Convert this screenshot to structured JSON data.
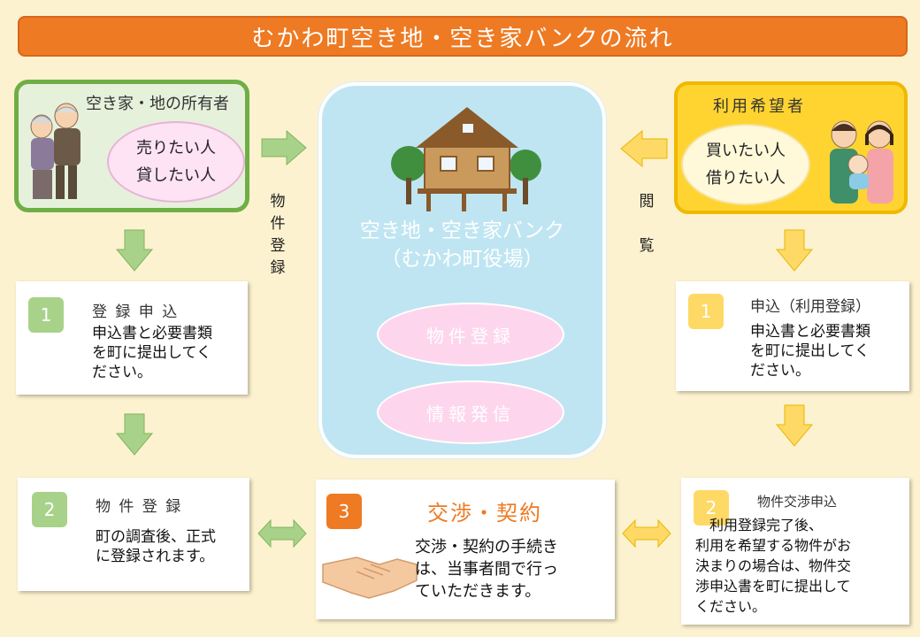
{
  "title": "むかわ町空き地・空き家バンクの流れ",
  "owner": {
    "title": "空き家・地の所有者",
    "bubble_line1": "売りたい人",
    "bubble_line2": "貸したい人"
  },
  "user": {
    "title": "利用希望者",
    "bubble_line1": "買いたい人",
    "bubble_line2": "借りたい人"
  },
  "bank": {
    "name_line1": "空き地・空き家バンク",
    "name_line2": "（むかわ町役場）",
    "pill1": "物件登録",
    "pill2": "情報発信"
  },
  "labels": {
    "left_vertical": [
      "物",
      "件",
      "登",
      "録"
    ],
    "right_vertical": [
      "閲",
      "覧"
    ]
  },
  "steps": {
    "left1": {
      "num": "1",
      "head": "登 録 申 込",
      "body": "申込書と必要書類\nを町に提出してく\nださい。"
    },
    "left2": {
      "num": "2",
      "head": "物 件 登 録",
      "body": "町の調査後、正式\nに登録されます。"
    },
    "center3": {
      "num": "3",
      "head": "交渉・契約",
      "body": "交渉・契約の手続き\nは、当事者間で行っ\nていただきます。"
    },
    "right1": {
      "num": "1",
      "head": "申込（利用登録）",
      "body": "申込書と必要書類\nを町に提出してく\nださい。"
    },
    "right2": {
      "num": "2",
      "head": "物件交渉申込",
      "body": "　利用登録完了後、\n利用を希望する物件がお\n決まりの場合は、物件交\n渉申込書を町に提出して\nください。"
    }
  },
  "colors": {
    "title_bg": "#ee7a23",
    "owner_border": "#6fae46",
    "user_bg": "#ffd430",
    "bank_bg": "#bfe5f2",
    "green_arrow": "#a8d289",
    "yellow_arrow": "#ffd966"
  },
  "icons": [
    "elderly-couple-icon",
    "young-family-icon",
    "house-icon",
    "handshake-icon"
  ]
}
